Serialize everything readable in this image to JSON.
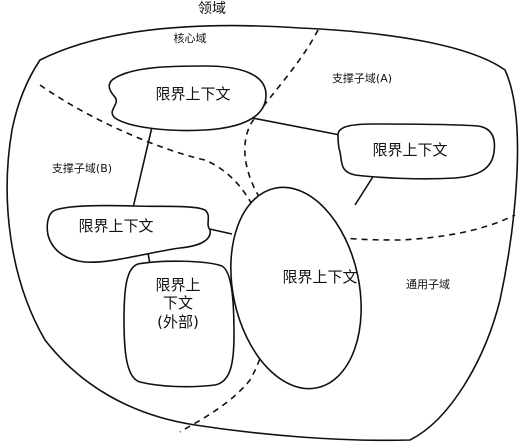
{
  "domain_label": "领域",
  "subdomains": {
    "core": "核心域",
    "support_a": "支撑子域(A)",
    "support_b": "支撑子域(B)",
    "generic": "通用子域"
  },
  "contexts": {
    "core_context": "限界上下文",
    "support_a_context": "限界上下文",
    "support_b_context": "限界上下文",
    "center_context": "限界上下文",
    "external_context": [
      "限界上",
      "下文",
      "(外部)"
    ]
  }
}
